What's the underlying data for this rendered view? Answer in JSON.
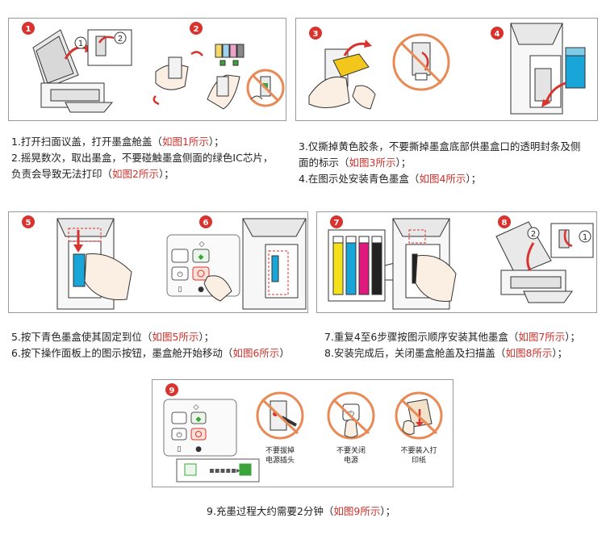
{
  "badges": [
    "1",
    "2",
    "3",
    "4",
    "5",
    "6",
    "7",
    "8",
    "9"
  ],
  "steps": {
    "s1": {
      "text": "1.打开扫面议盖，打开墨盒舱盖（",
      "ref": "如图1所示",
      "end": "）；"
    },
    "s2a": {
      "text": "2.摇晃数次，取出墨盒，不要碰触墨盒侧面的绿色IC芯片，"
    },
    "s2b": {
      "text": "负责会导致无法打印（",
      "ref": "如图2所示",
      "end": "）；"
    },
    "s3a": {
      "text": "3.仅撕掉黄色胶条，不要撕掉墨盒底部供墨盒口的透明封条及侧"
    },
    "s3b": {
      "text": "面的标示（",
      "ref": "如图3所示",
      "end": "）；"
    },
    "s4": {
      "text": "4.在图示处安装青色墨盒（",
      "ref": "如图4所示",
      "end": "）；"
    },
    "s5": {
      "text": "5.按下青色墨盒使其固定到位（",
      "ref": "如图5所示",
      "end": "）；"
    },
    "s6": {
      "text": "6.按下操作面板上的图示按钮，墨盒舱开始移动（",
      "ref": "如图6所示",
      "end": "）"
    },
    "s7": {
      "text": "7.重复4至6步骤按图示顺序安装其他墨盒（",
      "ref": "如图7所示",
      "end": "）；"
    },
    "s8": {
      "text": "8.安装完成后，关闭墨盒舱盖及扫描盖（",
      "ref": "如图8所示",
      "end": "）；"
    },
    "s9": {
      "text": "9.充墨过程大约需要2分钟（",
      "ref": "如图9所示",
      "end": "）；"
    }
  },
  "warnings": {
    "w1a": "不要拔掉",
    "w1b": "电源插头",
    "w2a": "不要关闭",
    "w2b": "电源",
    "w3a": "不要装入打",
    "w3b": "印纸"
  },
  "step_marks": {
    "one": "①",
    "two": "②"
  },
  "colors": {
    "badge": "#d8332e",
    "reference": "#d0322d",
    "yellow_tape": "#f2c61a",
    "cyan": "#1aa5d8",
    "magenta": "#e0197d",
    "yellow": "#f5e11b",
    "black": "#222222",
    "chip_green": "#3aa43a",
    "ring": "#e88a55"
  }
}
